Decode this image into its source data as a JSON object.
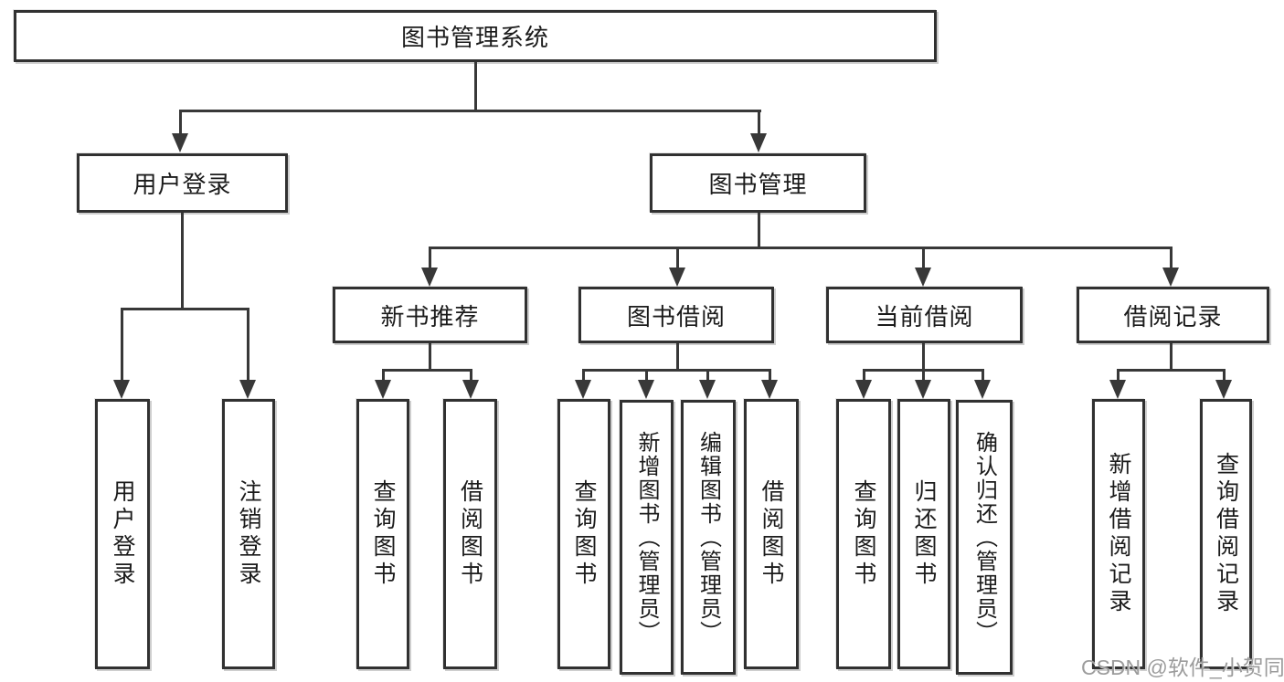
{
  "diagram": {
    "root": {
      "label": "图书管理系统"
    },
    "level2": [
      {
        "label": "用户登录"
      },
      {
        "label": "图书管理"
      }
    ],
    "level3": [
      {
        "label": "新书推荐"
      },
      {
        "label": "图书借阅"
      },
      {
        "label": "当前借阅"
      },
      {
        "label": "借阅记录"
      }
    ],
    "leaves": [
      {
        "label": "用户登录"
      },
      {
        "label": "注销登录"
      },
      {
        "label": "查询图书"
      },
      {
        "label": "借阅图书"
      },
      {
        "label": "查询图书"
      },
      {
        "label": "新增图书（管理员）"
      },
      {
        "label": "编辑图书（管理员）"
      },
      {
        "label": "借阅图书"
      },
      {
        "label": "查询图书"
      },
      {
        "label": "归还图书"
      },
      {
        "label": "确认归还（管理员）"
      },
      {
        "label": "新增借阅记录"
      },
      {
        "label": "查询借阅记录"
      }
    ]
  },
  "watermark": {
    "text": "CSDN @软件_小贺同学"
  },
  "colors": {
    "line": "#383838",
    "text": "#1b1b1b",
    "watermark": "#9c9c9c",
    "background": "#ffffff"
  }
}
